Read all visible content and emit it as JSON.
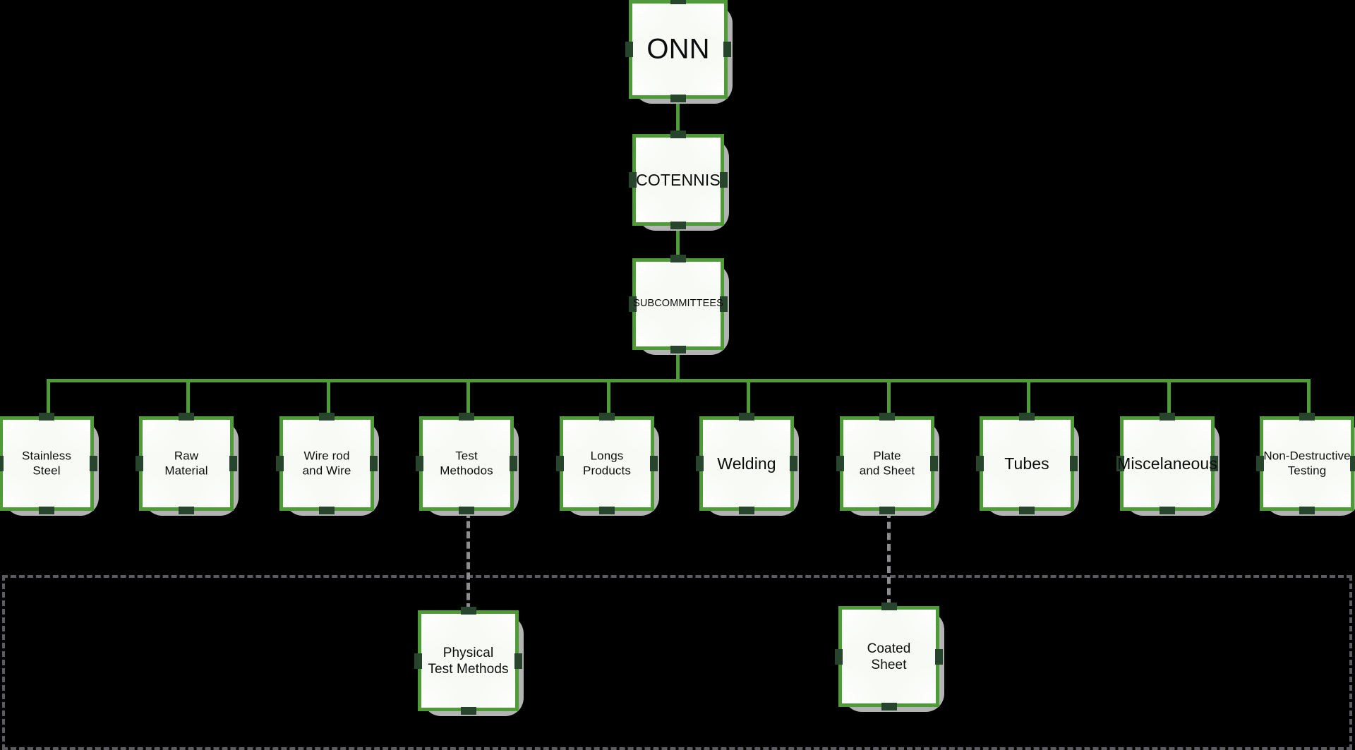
{
  "diagram": {
    "title": "ONN Organizational Structure",
    "type": "org-chart",
    "background_color": "#000000",
    "colors": {
      "node_border": "#4f9b37",
      "node_nub": "#27452d",
      "node_fill": "#f7faf5",
      "node_shadow": "#b3b3b3",
      "connector": "#4f9b37",
      "dashed_connector": "#8d8d90",
      "dashed_region": "#5c5c60",
      "label_text": "#0d0d0d"
    }
  },
  "nodes": {
    "root": {
      "label": "ONN"
    },
    "level2": {
      "label": "COTENNIS"
    },
    "level3": {
      "label": "SUBCOMMITTEES"
    },
    "subcommittees": [
      {
        "label": "Stainless\nSteel"
      },
      {
        "label": "Raw\nMaterial"
      },
      {
        "label": "Wire rod\nand Wire"
      },
      {
        "label": "Test\nMethodos"
      },
      {
        "label": "Longs\nProducts"
      },
      {
        "label": "Welding"
      },
      {
        "label": "Plate\nand Sheet"
      },
      {
        "label": "Tubes"
      },
      {
        "label": "Miscelaneous"
      },
      {
        "label": "Non-Destructive\nTesting"
      }
    ],
    "working_groups": [
      {
        "label": "Physical\nTest Methods",
        "parent": "Test Methodos"
      },
      {
        "label": "Coated\nSheet",
        "parent": "Plate and Sheet"
      }
    ]
  }
}
